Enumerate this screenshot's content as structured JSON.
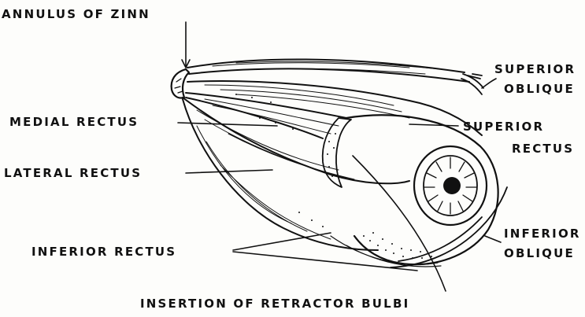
{
  "labels": {
    "annulus_of_zinn": "ANNULUS OF ZINN",
    "superior_oblique_1": "SUPERIOR",
    "superior_oblique_2": "OBLIQUE",
    "medial_rectus": "MEDIAL RECTUS",
    "superior_rectus_1": "SUPERIOR",
    "superior_rectus_2": "RECTUS",
    "lateral_rectus": "LATERAL RECTUS",
    "inferior_oblique_1": "INFERIOR",
    "inferior_oblique_2": "OBLIQUE",
    "inferior_rectus": "INFERIOR RECTUS",
    "insertion_retractor_bulbi": "INSERTION OF RETRACTOR BULBI"
  },
  "colors": {
    "ink": "#111111",
    "paper": "#fdfdfb"
  }
}
